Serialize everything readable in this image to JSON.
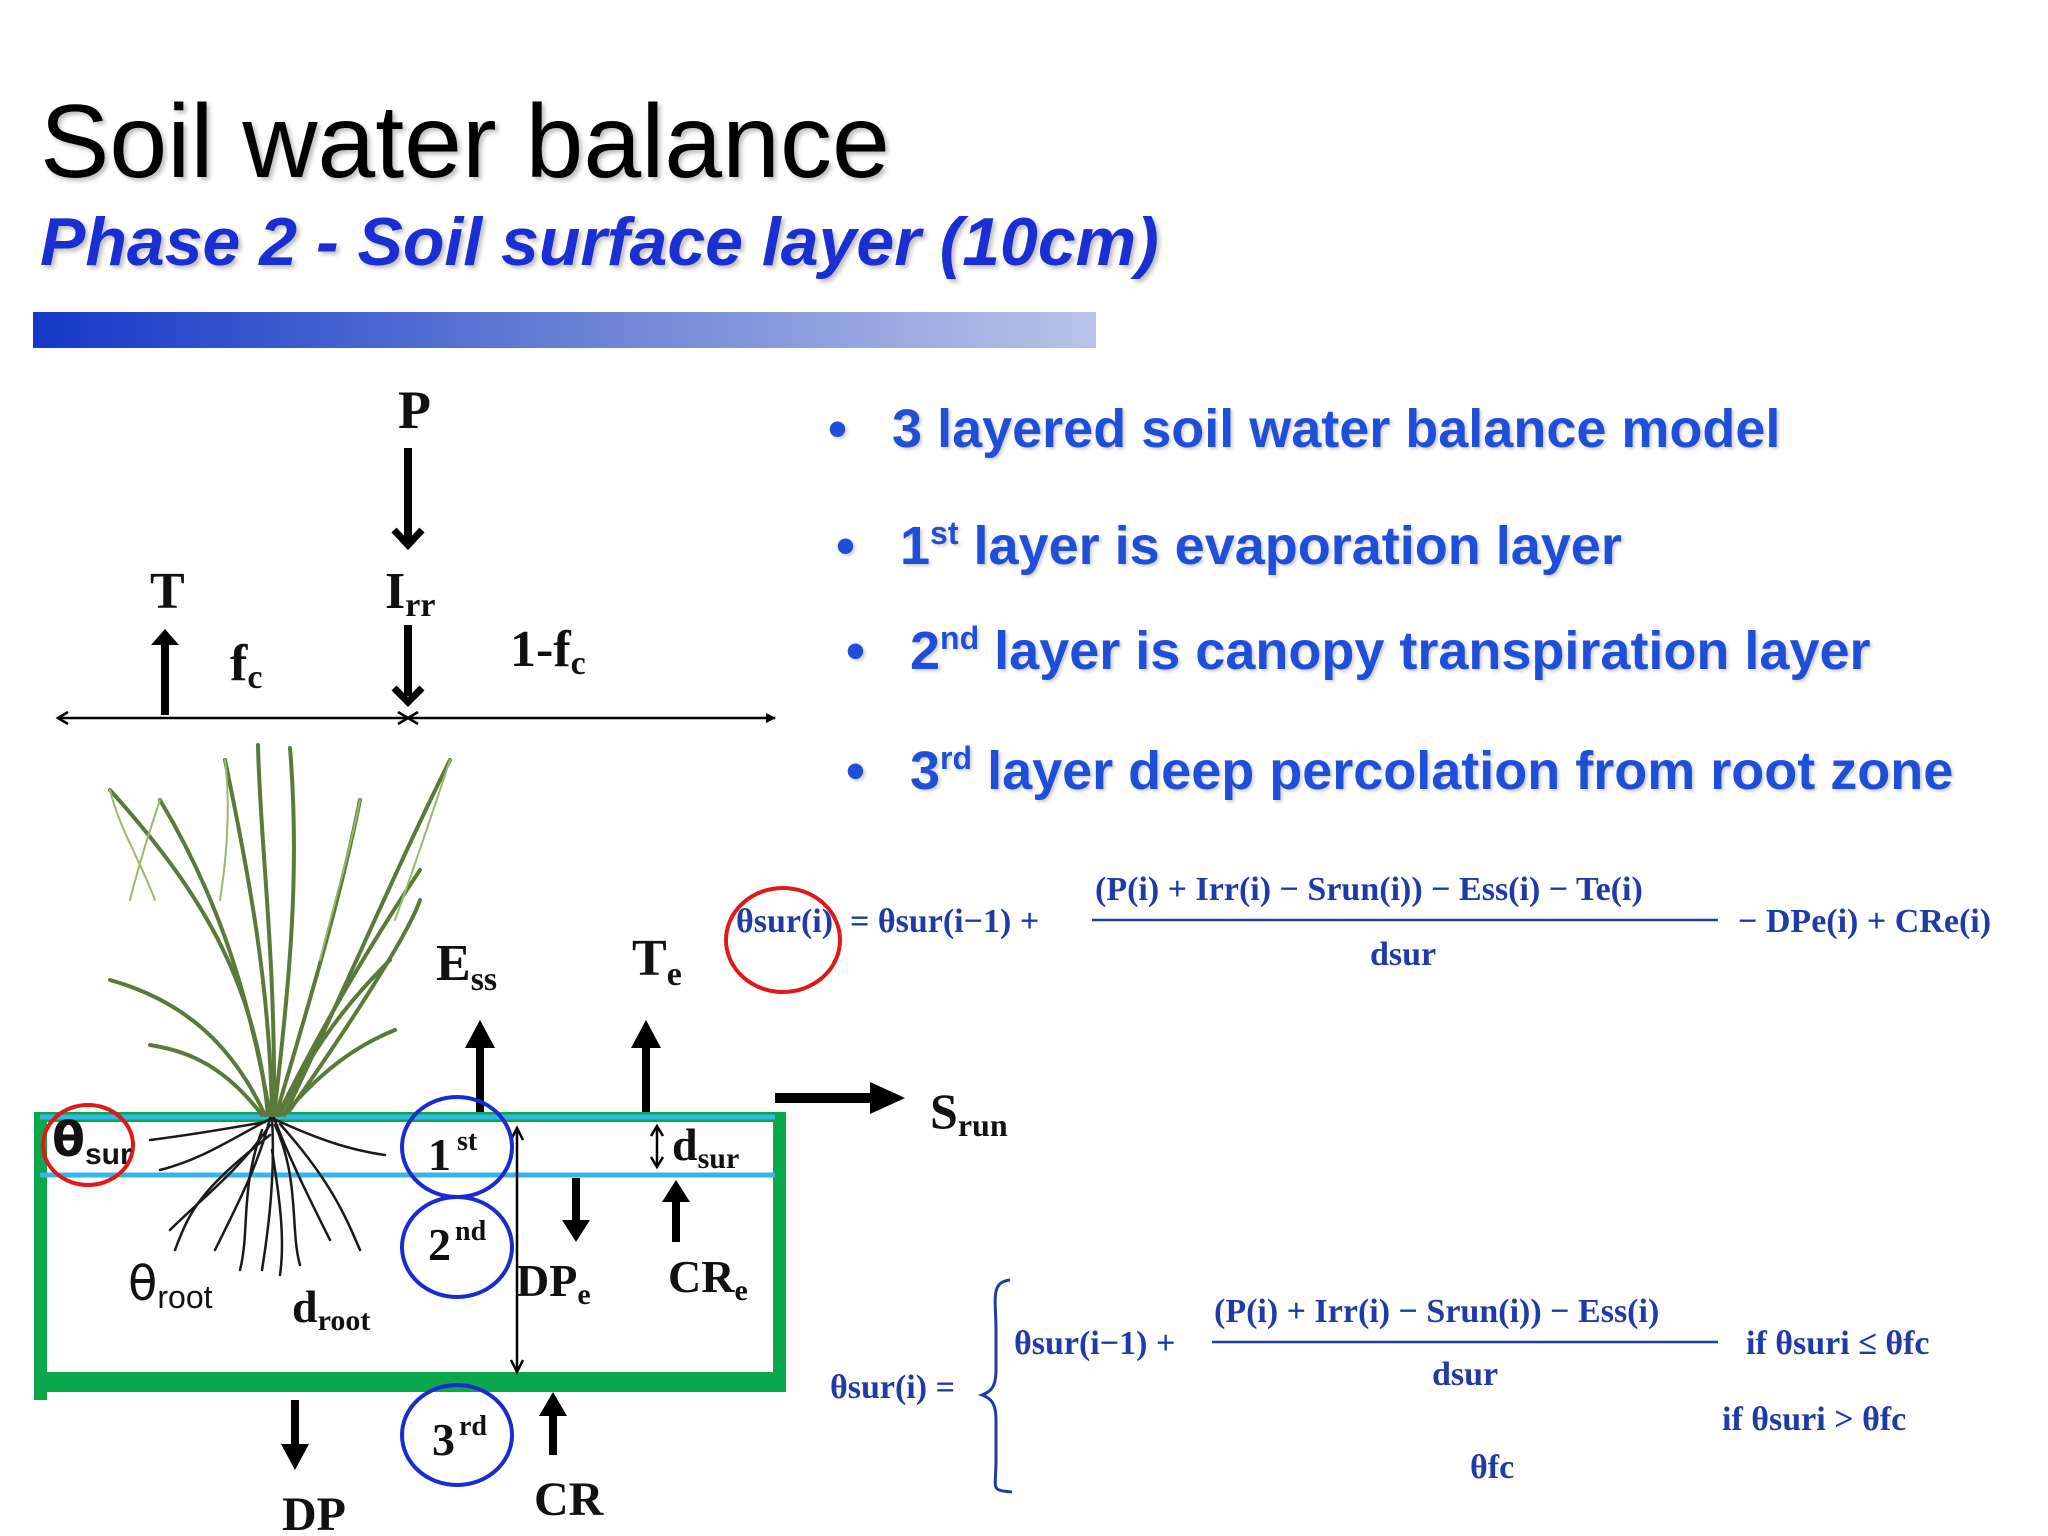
{
  "slide": {
    "title": "Soil water balance",
    "subtitle": "Phase 2 - Soil surface layer (10cm)"
  },
  "bullets": [
    {
      "num": "3",
      "sup": "",
      "text": "layered soil water balance model"
    },
    {
      "num": "1",
      "sup": "st",
      "text": "layer is evaporation layer"
    },
    {
      "num": "2",
      "sup": "nd",
      "text": "layer is canopy transpiration layer"
    },
    {
      "num": "3",
      "sup": "rd",
      "text": "layer deep percolation from root zone"
    }
  ],
  "diagram": {
    "P": "P",
    "T": "T",
    "Irr_main": "I",
    "Irr_sub": "rr",
    "fc_main": "f",
    "fc_sub": "c",
    "one_minus_fc": "1-f",
    "one_minus_fc_sub": "c",
    "Ess_main": "E",
    "Ess_sub": "ss",
    "Te_main": "T",
    "Te_sub": "e",
    "Srun_main": "S",
    "Srun_sub": "run",
    "theta_sur_main": "θ",
    "theta_sur_sub": "sur",
    "layer1_num": "1",
    "layer1_sup": "st",
    "layer2_num": "2",
    "layer2_sup": "nd",
    "layer3_num": "3",
    "layer3_sup": "rd",
    "dsur_main": "d",
    "dsur_sub": "sur",
    "DPe_main": "DP",
    "DPe_sub": "e",
    "CRe_main": "CR",
    "CRe_sub": "e",
    "theta_root_main": "θ",
    "theta_root_sub": "root",
    "droot_main": "d",
    "droot_sub": "root",
    "DP": "DP",
    "CR": "CR"
  },
  "equation1": {
    "lhs": "θsur(i)",
    "rhs_first": "= θsur(i−1) +",
    "numerator": "(P(i) + Irr(i) − Srun(i)) − Ess(i) − Te(i)",
    "denominator": "dsur",
    "tail": "− DPe(i) + CRe(i)"
  },
  "equation2": {
    "lhs": "θsur(i) =",
    "case1_first": "θsur(i−1) +",
    "case1_numerator": "(P(i) + Irr(i) − Srun(i)) − Ess(i)",
    "case1_denominator": "dsur",
    "case1_condition": "if θsuri ≤ θfc",
    "case2_value": "θfc",
    "case2_condition": "if θsuri > θfc"
  },
  "colors": {
    "title_text": "#000000",
    "subtitle_text": "#1a2fd1",
    "bullet_text": "#1f4fd8",
    "equation_text": "#203aa8",
    "soil_box": "#0aa84a",
    "surface_line": "#35b6e8",
    "highlight_circle_red": "#e01818",
    "highlight_circle_blue": "#1a2bd0"
  }
}
